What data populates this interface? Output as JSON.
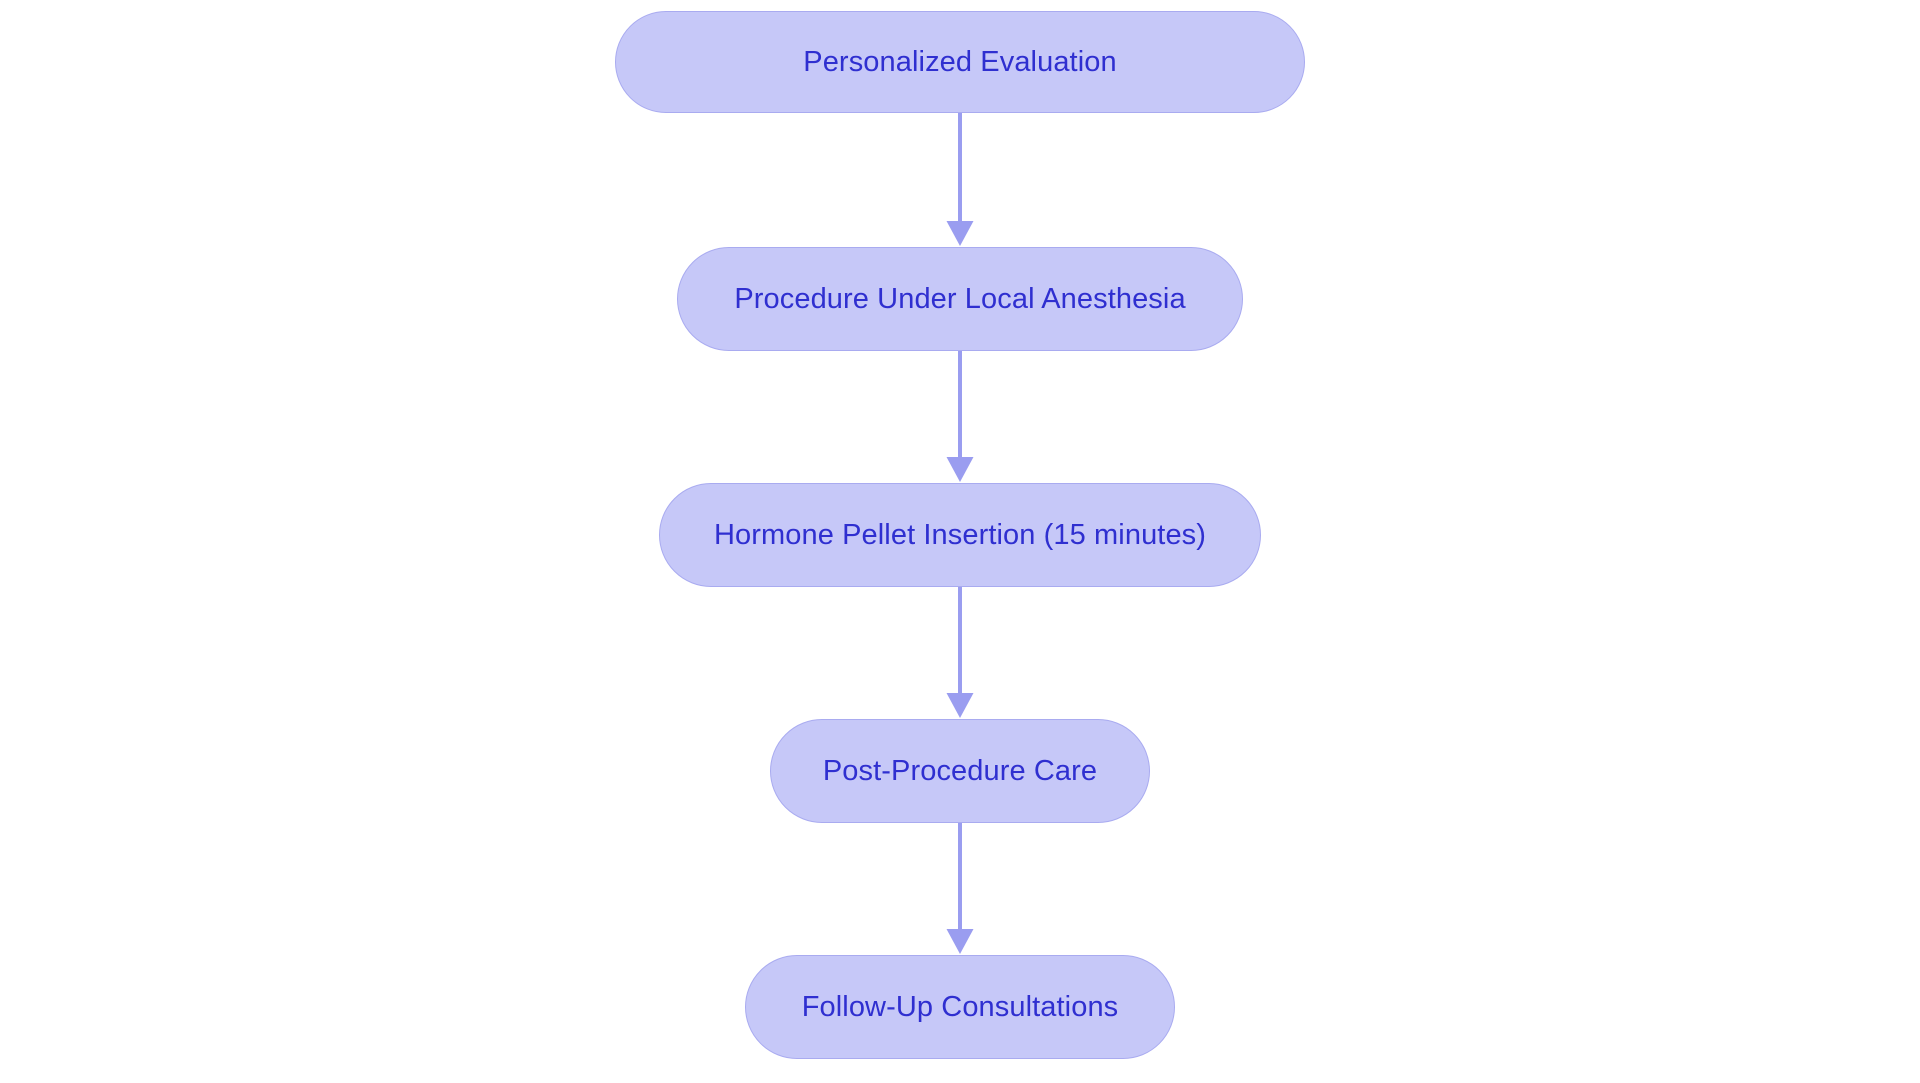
{
  "diagram": {
    "type": "flowchart",
    "orientation": "top-to-bottom",
    "background_color": "#ffffff",
    "node_fill_color": "#c6c8f8",
    "node_border_color": "#a9abf0",
    "node_text_color": "#2f2fd0",
    "connector_color": "#9a9df0",
    "nodes": [
      {
        "id": "n0",
        "label": "Personalized Evaluation"
      },
      {
        "id": "n1",
        "label": "Procedure Under Local Anesthesia"
      },
      {
        "id": "n2",
        "label": "Hormone Pellet Insertion (15 minutes)"
      },
      {
        "id": "n3",
        "label": "Post-Procedure Care"
      },
      {
        "id": "n4",
        "label": "Follow-Up Consultations"
      }
    ],
    "edges": [
      {
        "from": "n0",
        "to": "n1",
        "arrow": "down-arrow"
      },
      {
        "from": "n1",
        "to": "n2",
        "arrow": "down-arrow"
      },
      {
        "from": "n2",
        "to": "n3",
        "arrow": "down-arrow"
      },
      {
        "from": "n3",
        "to": "n4",
        "arrow": "down-arrow"
      }
    ]
  }
}
